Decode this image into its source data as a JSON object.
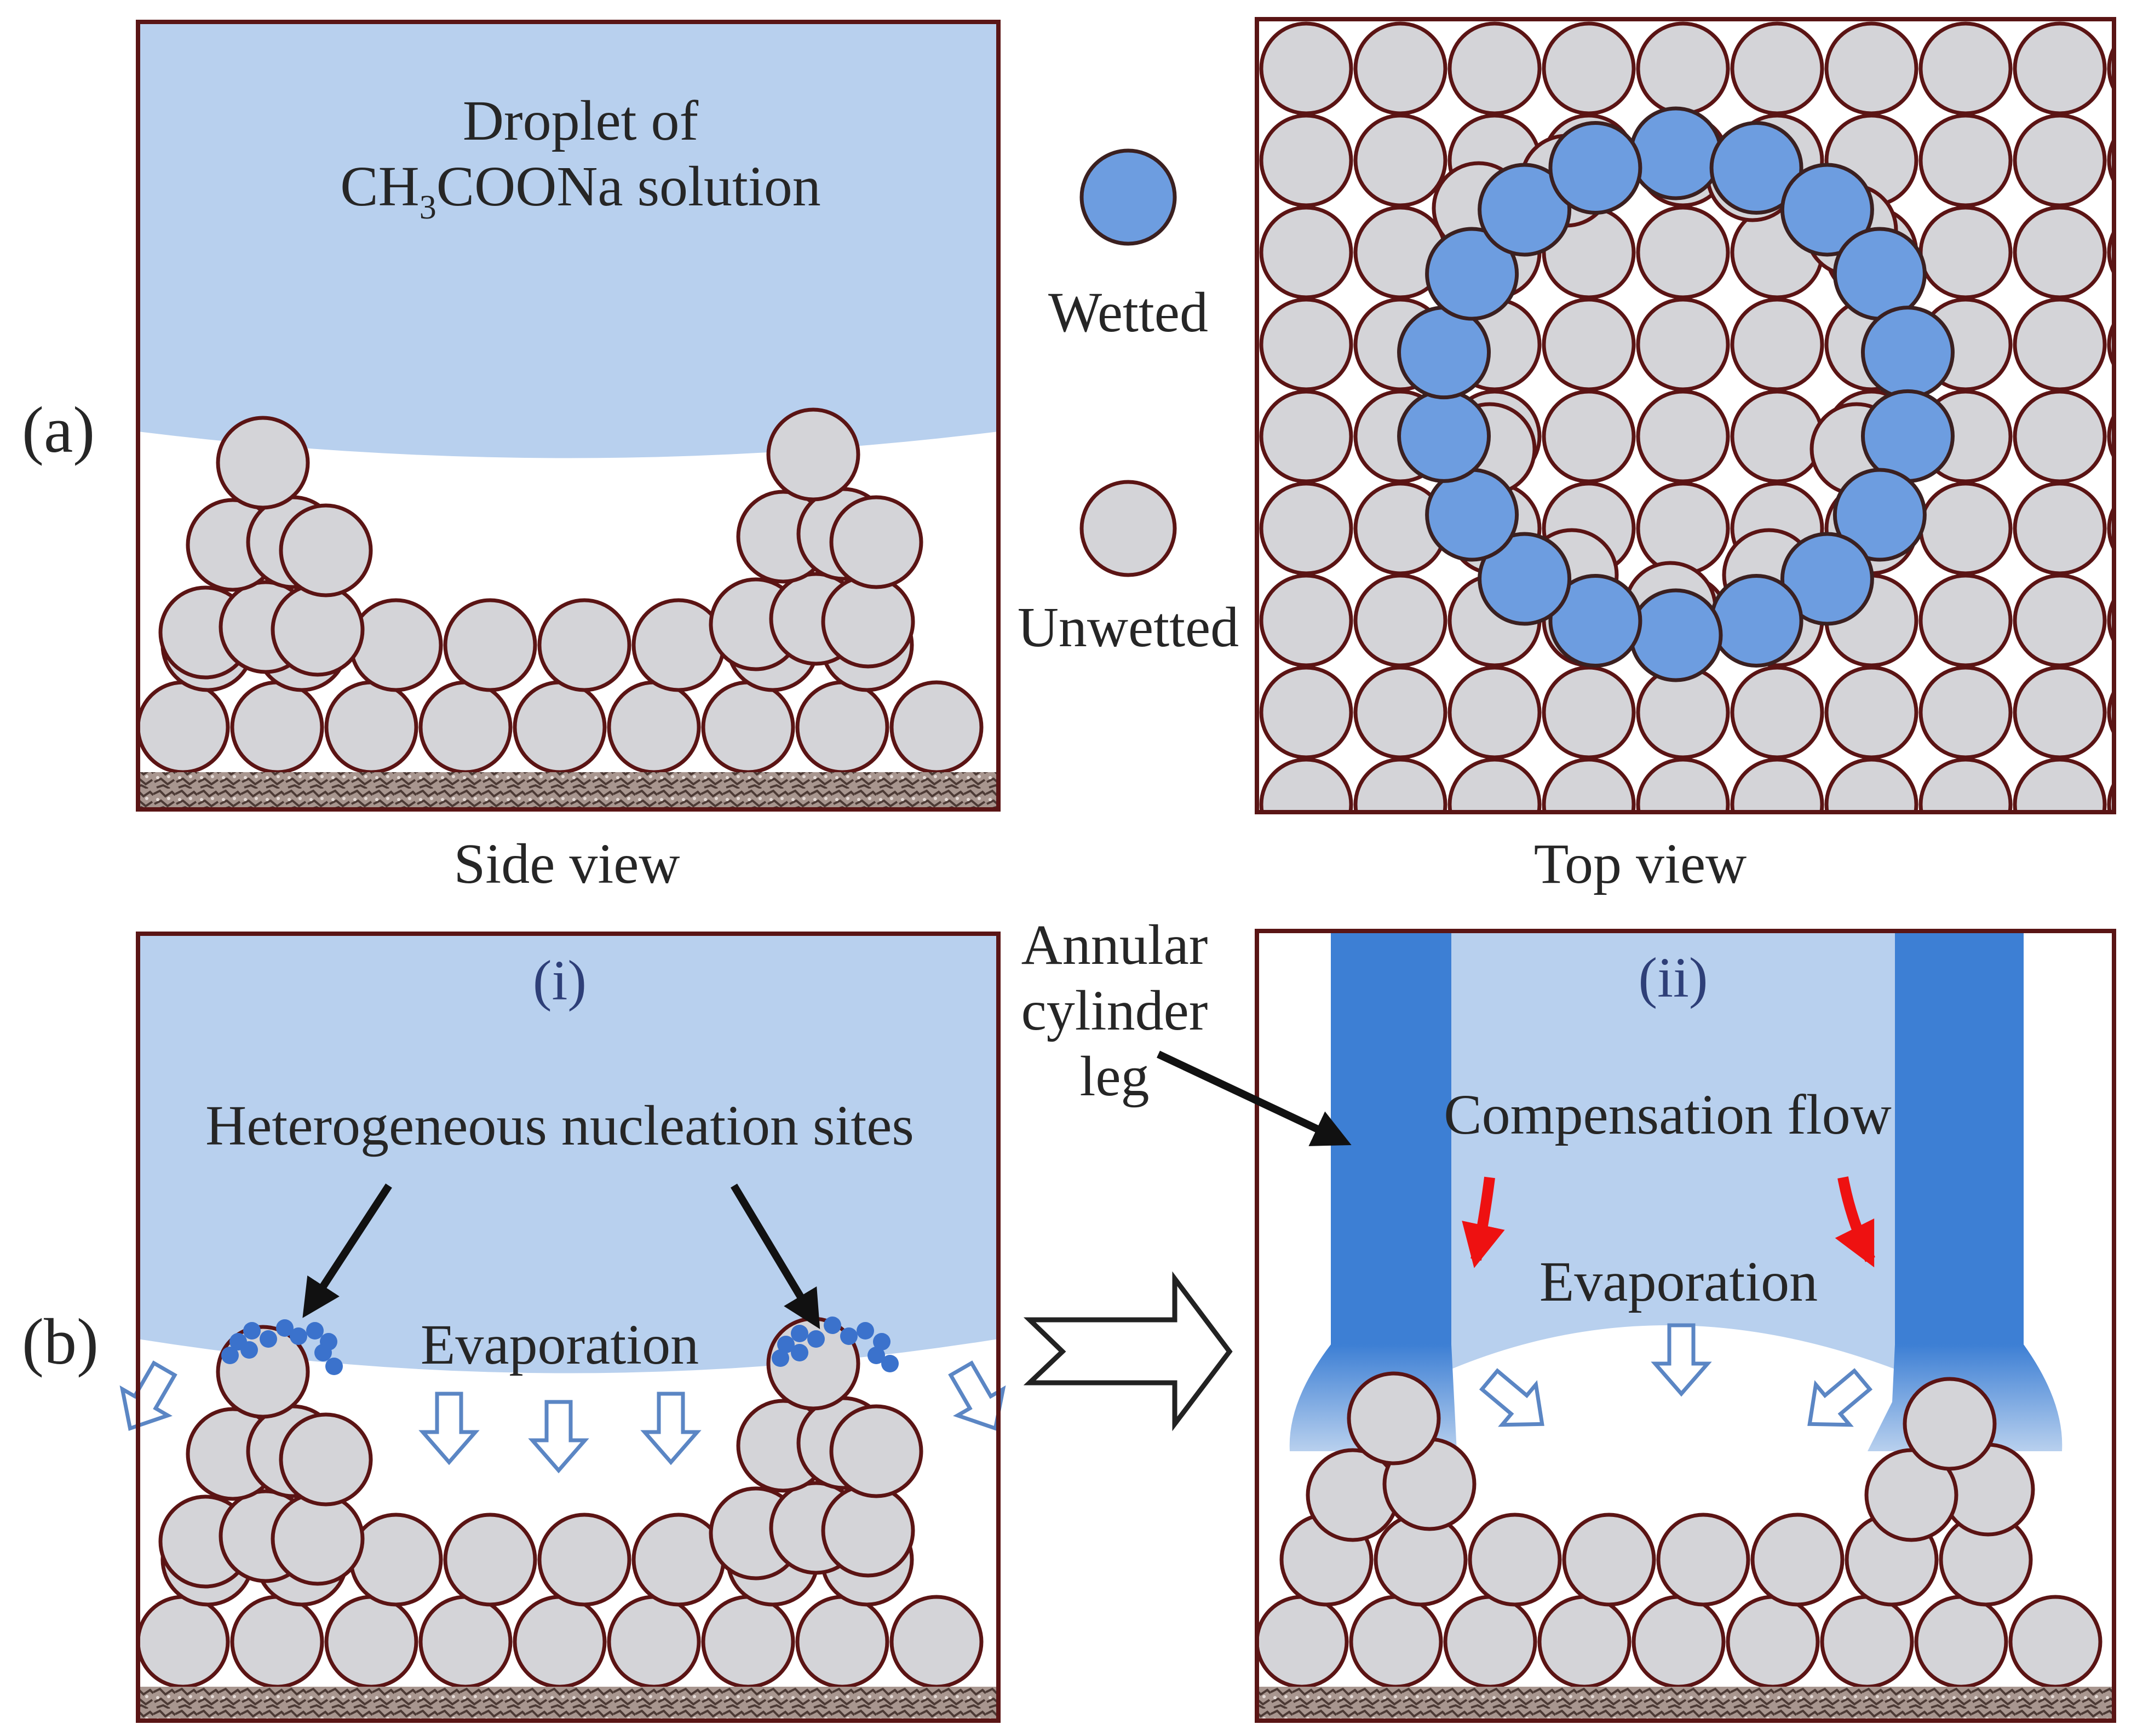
{
  "panel_labels": {
    "a": "(a)",
    "b": "(b)"
  },
  "side_view": {
    "droplet_line1": "Droplet of",
    "droplet_line2_prefix": "CH",
    "droplet_line2_subscript": "3",
    "droplet_line2_suffix": "COONa solution",
    "caption": "Side view"
  },
  "top_view": {
    "caption": "Top view"
  },
  "legend": {
    "wetted": "Wetted",
    "unwetted": "Unwetted"
  },
  "stage_i": {
    "label": "(i)",
    "nucleation_label": "Heterogeneous nucleation sites",
    "evaporation_label": "Evaporation"
  },
  "stage_ii": {
    "label": "(ii)",
    "annular_line1": "Annular",
    "annular_line2": "cylinder",
    "annular_line3": "leg",
    "compensation_label": "Compensation flow",
    "evaporation_label": "Evaporation"
  },
  "colors": {
    "droplet": "#b8d0ee",
    "wetted": "#6d9de0",
    "leg": "#3d7fd4",
    "particle_fill": "#d4d4d8",
    "particle_stroke": "#5b1414",
    "frame": "#5a1515",
    "compensation_arrow": "#ee1111",
    "evaporation_arrow": "#5b86c4"
  }
}
